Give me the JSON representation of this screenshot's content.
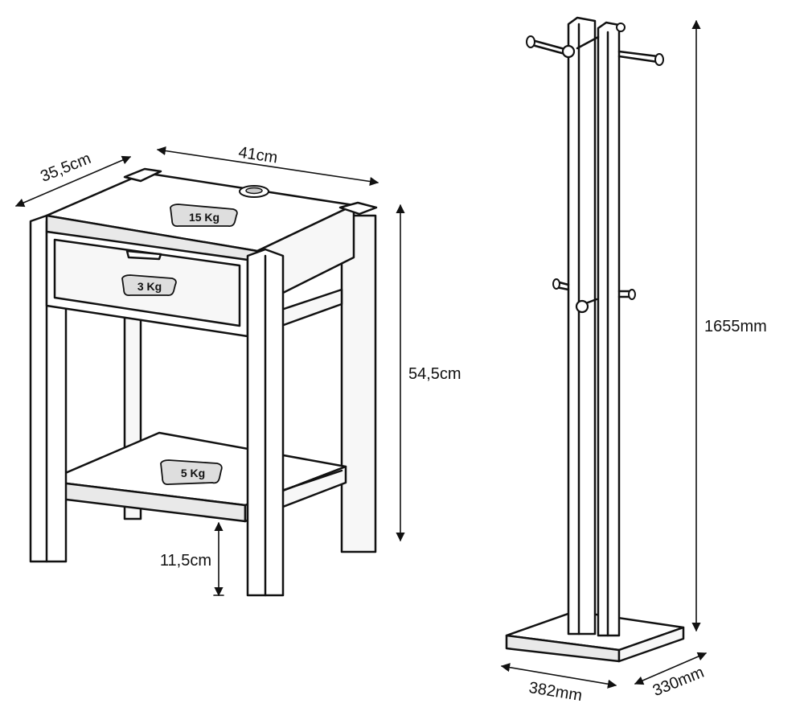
{
  "nightstand": {
    "depth_label": "35,5cm",
    "width_label": "41cm",
    "height_label": "54,5cm",
    "floor_clearance_label": "11,5cm",
    "top_load_label": "15 Kg",
    "drawer_load_label": "3 Kg",
    "shelf_load_label": "5 Kg"
  },
  "coat_rack": {
    "height_label": "1655mm",
    "base_width_label": "382mm",
    "base_depth_label": "330mm"
  },
  "colors": {
    "line": "#111111",
    "tag_fill": "#dedede",
    "background": "#ffffff"
  }
}
